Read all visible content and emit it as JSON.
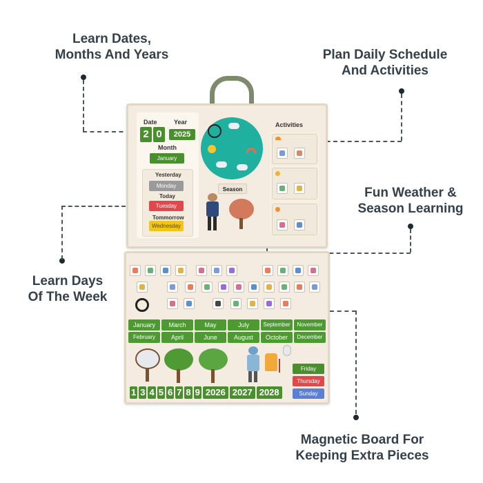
{
  "callouts": {
    "dates": [
      "Learn Dates,",
      "Months And Years"
    ],
    "schedule": [
      "Plan Daily Schedule",
      "And Activities"
    ],
    "weather": [
      "Fun Weather &",
      "Season Learning"
    ],
    "days": [
      "Learn Days",
      "Of The Week"
    ],
    "magnetic": [
      "Magnetic Board For",
      "Keeping Extra Pieces"
    ]
  },
  "board": {
    "date_label": "Date",
    "year_label": "Year",
    "date_digits": [
      "2",
      "0"
    ],
    "year_value": "2025",
    "month_label": "Month",
    "month_value": "January",
    "yesterday_label": "Yesterday",
    "yesterday_value": "Monday",
    "today_label": "Today",
    "today_value": "Tuesday",
    "tomorrow_label": "Tommorrow",
    "tomorrow_value": "Wednesday",
    "season_label": "Season",
    "activities_label": "Activities"
  },
  "months": [
    "January",
    "March",
    "May",
    "July",
    "September",
    "November",
    "February",
    "April",
    "June",
    "August",
    "October",
    "December"
  ],
  "days_tiles": [
    "Friday",
    "Thursday",
    "Sunday"
  ],
  "numbers": [
    "1",
    "3",
    "4",
    "5",
    "6",
    "7",
    "8",
    "9",
    "2026",
    "2027",
    "2028"
  ],
  "colors": {
    "green": "#4a8f2e",
    "teal_clock": "#1fb0a0",
    "red": "#e2474b",
    "yellow": "#f3c51a",
    "grey": "#9a9a9a",
    "blue": "#5b7fd6"
  }
}
